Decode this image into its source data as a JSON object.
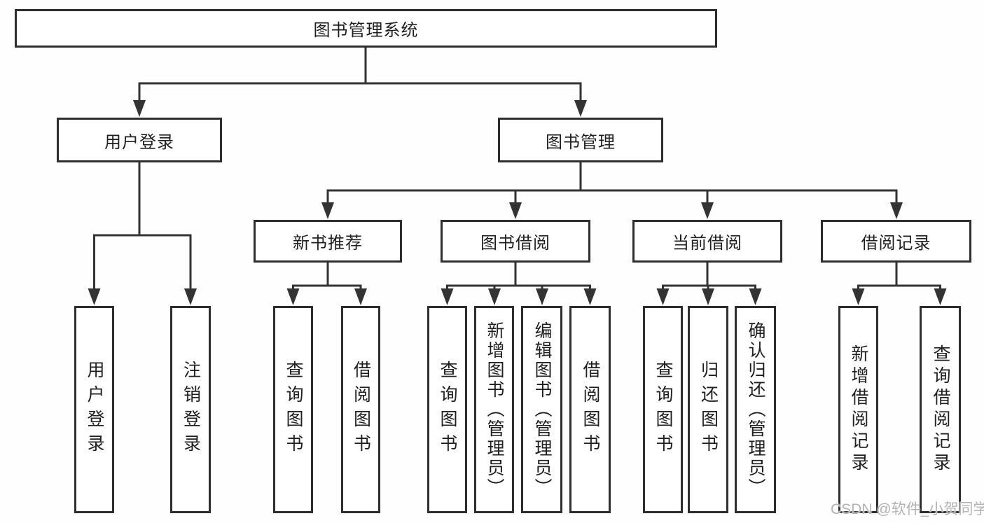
{
  "colors": {
    "line": "#333333",
    "box_border": "#2e2e2e",
    "text": "#1f1f1f",
    "watermark_text": "#b3b3b3",
    "background": "#fefefe"
  },
  "tree": {
    "root": {
      "label": "图书管理系统",
      "children": [
        {
          "label": "用户登录",
          "children": [
            {
              "label": "用户登录"
            },
            {
              "label": "注销登录"
            }
          ]
        },
        {
          "label": "图书管理",
          "children": [
            {
              "label": "新书推荐",
              "children": [
                {
                  "label": "查询图书"
                },
                {
                  "label": "借阅图书"
                }
              ]
            },
            {
              "label": "图书借阅",
              "children": [
                {
                  "label": "查询图书"
                },
                {
                  "label": "新增图书（管理员）"
                },
                {
                  "label": "编辑图书（管理员）"
                },
                {
                  "label": "借阅图书"
                }
              ]
            },
            {
              "label": "当前借阅",
              "children": [
                {
                  "label": "查询图书"
                },
                {
                  "label": "归还图书"
                },
                {
                  "label": "确认归还（管理员）"
                }
              ]
            },
            {
              "label": "借阅记录",
              "children": [
                {
                  "label": "新增借阅记录"
                },
                {
                  "label": "查询借阅记录"
                }
              ]
            }
          ]
        }
      ]
    }
  },
  "watermark": "CSDN @软件_小贺同学"
}
